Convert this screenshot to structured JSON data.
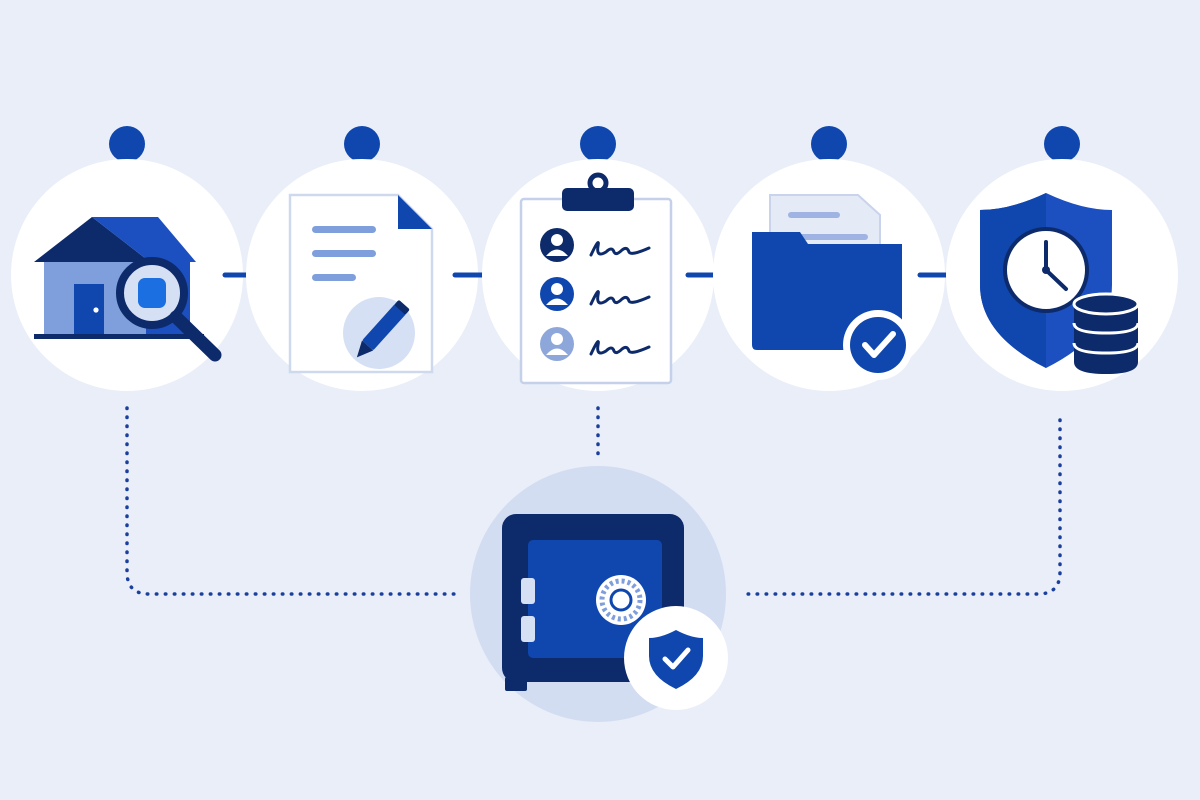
{
  "colors": {
    "background": "#e9eef8",
    "navy": "#0d2a6b",
    "primary": "#0f47af",
    "medium": "#1c4fbf",
    "light_blue": "#7f9fdc",
    "pale_blue": "#d6e0f4",
    "disc_fill": "#ffffff",
    "vault_disc": "#d3ddf1"
  },
  "steps": [
    {
      "id": "property-inspection",
      "icon": "house-magnifier-icon"
    },
    {
      "id": "document-editing",
      "icon": "document-pencil-icon"
    },
    {
      "id": "signature-checklist",
      "icon": "clipboard-signatures-icon"
    },
    {
      "id": "approved-filing",
      "icon": "folder-check-icon"
    },
    {
      "id": "secure-archive",
      "icon": "shield-clock-database-icon"
    }
  ],
  "central_hub": {
    "id": "secure-vault",
    "icon": "safe-shield-check-icon"
  },
  "connectors": {
    "arrows": [
      "arrow-right-icon",
      "arrow-right-icon",
      "arrow-right-icon",
      "arrow-right-icon"
    ],
    "dotted_links": [
      "step-1-to-vault",
      "step-3-to-vault",
      "step-5-to-vault"
    ]
  }
}
